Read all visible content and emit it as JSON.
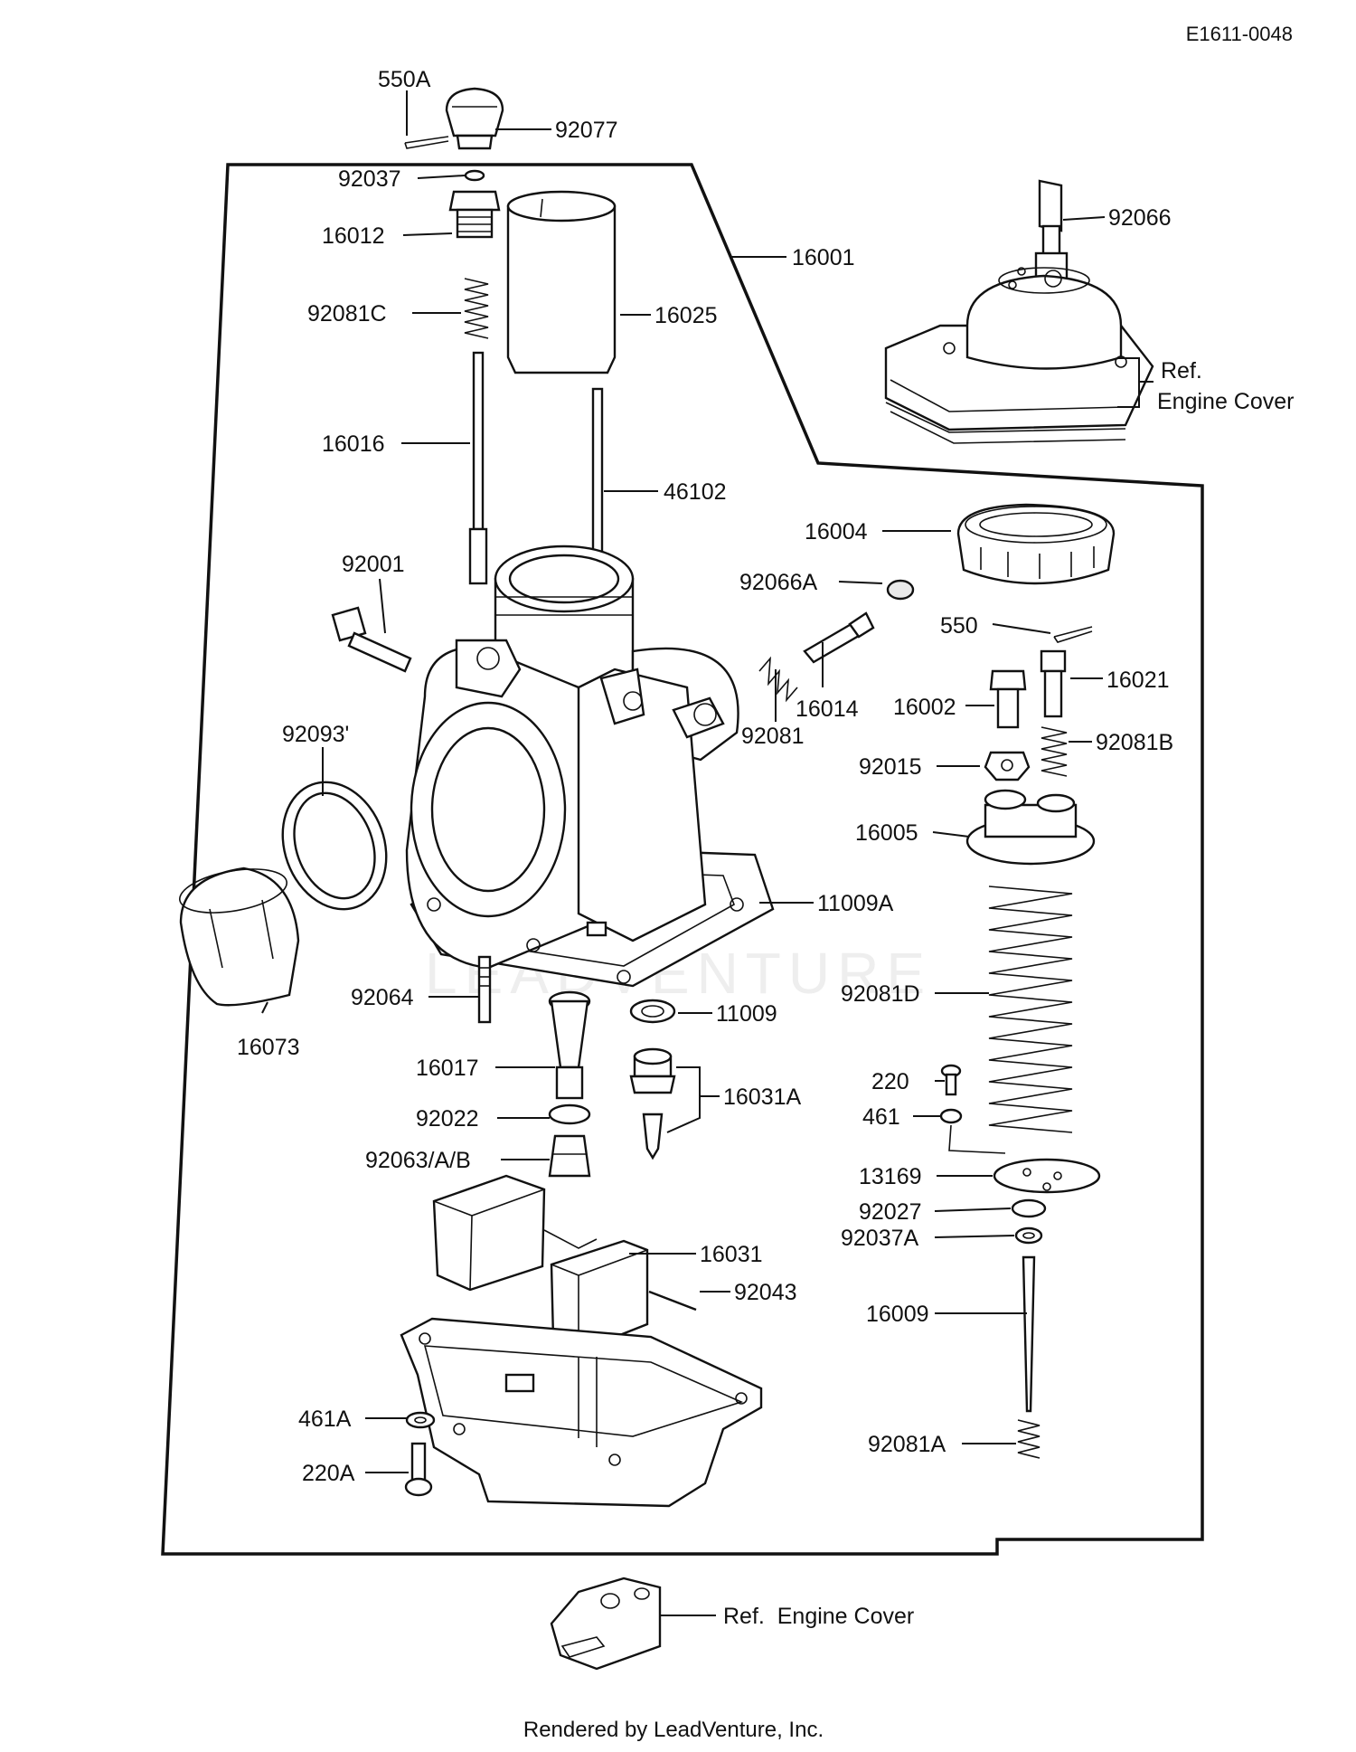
{
  "header": {
    "diagram_code": "E1611-0048"
  },
  "watermark": "LEADVENTURE",
  "footer": {
    "credit": "Rendered by LeadVenture, Inc."
  },
  "labels": {
    "l550A": "550A",
    "l92077": "92077",
    "l92037": "92037",
    "l16012": "16012",
    "l92081C": "92081C",
    "l16025": "16025",
    "l16001": "16001",
    "l92066": "92066",
    "lRefTop1": "Ref.",
    "lRefTop2": "Engine Cover",
    "l16016": "16016",
    "l46102": "46102",
    "l16004": "16004",
    "l92001": "92001",
    "l92066A": "92066A",
    "l550": "550",
    "l16021": "16021",
    "l16014": "16014",
    "l16002": "16002",
    "l92093": "92093'",
    "l92081": "92081",
    "l92015": "92015",
    "l92081B": "92081B",
    "l16005": "16005",
    "l11009A": "11009A",
    "l92081D": "92081D",
    "l92064": "92064",
    "l11009": "11009",
    "l16073": "16073",
    "l16017": "16017",
    "l16031A": "16031A",
    "l220": "220",
    "l461": "461",
    "l92022": "92022",
    "l92063": "92063/A/B",
    "l13169": "13169",
    "l92027": "92027",
    "l92037A": "92037A",
    "l16031": "16031",
    "l92043": "92043",
    "l16009": "16009",
    "l461A": "461A",
    "l220A": "220A",
    "l92081A": "92081A",
    "lRefBottom": "Ref.  Engine Cover"
  }
}
